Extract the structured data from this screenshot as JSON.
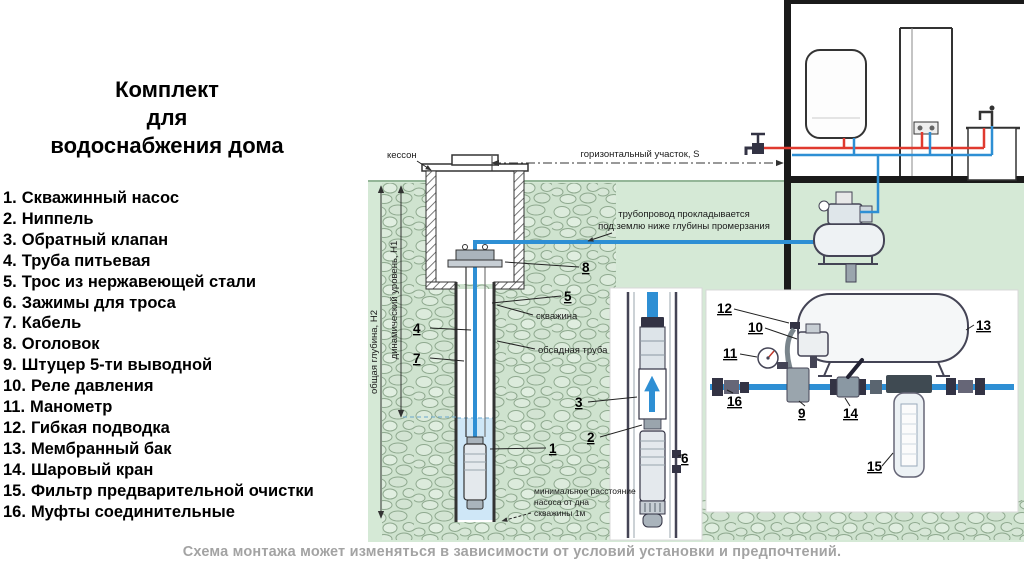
{
  "title": {
    "lines": [
      "Комплект",
      "для",
      "водоснабжения дома"
    ]
  },
  "parts": [
    {
      "num": "1.",
      "label": "Скважинный насос"
    },
    {
      "num": "2.",
      "label": "Ниппель"
    },
    {
      "num": "3.",
      "label": "Обратный клапан"
    },
    {
      "num": "4.",
      "label": "Труба питьевая"
    },
    {
      "num": "5.",
      "label": "Трос из нержавеющей стали"
    },
    {
      "num": "6.",
      "label": "Зажимы для троса"
    },
    {
      "num": "7.",
      "label": "Кабель"
    },
    {
      "num": "8.",
      "label": "Оголовок"
    },
    {
      "num": "9.",
      "label": "Штуцер 5-ти выводной"
    },
    {
      "num": "10.",
      "label": "Реле давления"
    },
    {
      "num": "11.",
      "label": "Манометр"
    },
    {
      "num": "12.",
      "label": "Гибкая подводка"
    },
    {
      "num": "13.",
      "label": "Мембранный бак"
    },
    {
      "num": "14.",
      "label": "Шаровый кран"
    },
    {
      "num": "15.",
      "label": "Фильтр предварительной очистки"
    },
    {
      "num": "16.",
      "label": "Муфты соединительные"
    }
  ],
  "diagram": {
    "labels": {
      "caisson": "кессон",
      "horizontal_section": "горизонтальный участок, S",
      "pipeline_note_line1": "трубопровод прокладывается",
      "pipeline_note_line2": "под землю ниже глубины промерзания",
      "total_depth": "общая глубина, Н2",
      "dynamic_level": "динамический уровень, Н1",
      "well": "скважина",
      "casing": "обсадная труба",
      "min_distance_line1": "минимальное расстояние",
      "min_distance_line2": "насоса от дна",
      "min_distance_line3": "скважины 1м"
    },
    "callouts": {
      "n1": "1",
      "n2": "2",
      "n3": "3",
      "n4": "4",
      "n5": "5",
      "n6": "6",
      "n7": "7",
      "n8": "8",
      "n9": "9",
      "n10": "10",
      "n11": "11",
      "n12": "12",
      "n13": "13",
      "n14": "14",
      "n15": "15",
      "n16": "16"
    }
  },
  "footer": "Схема монтажа может изменяться в зависимости от условий установки и предпочтений.",
  "colors": {
    "ground": "#d5e9d6",
    "stone_stroke": "#8fa98f",
    "pipe_cold": "#2e8fd4",
    "pipe_hot": "#e03a2f",
    "line_art": "#333333",
    "footer_text": "#a3a3a3"
  }
}
